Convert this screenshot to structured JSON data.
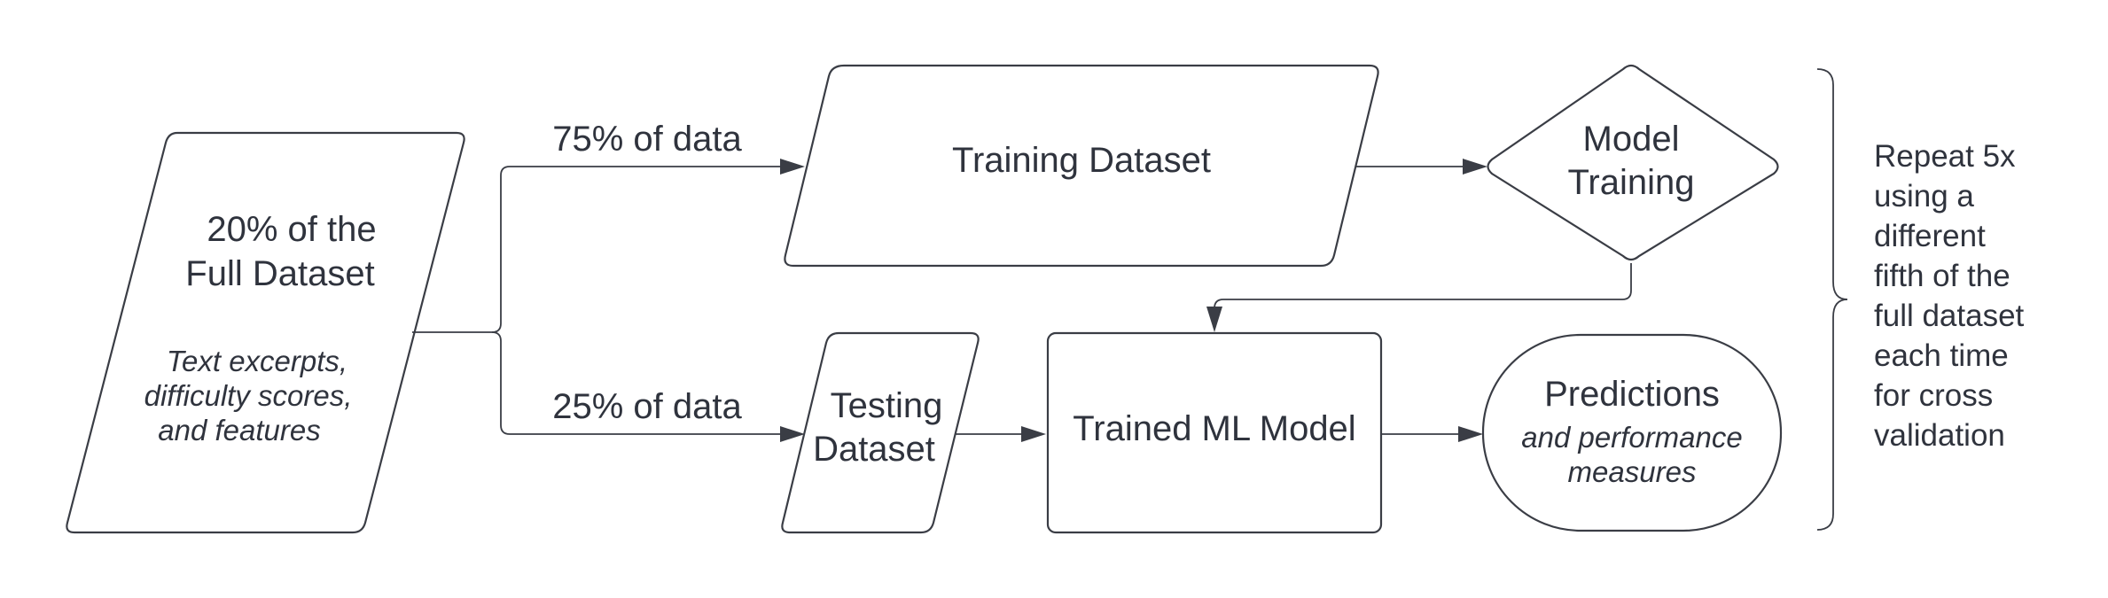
{
  "nodes": {
    "full_dataset": {
      "title": [
        "20% of the",
        "Full Dataset"
      ],
      "subtitle": [
        "Text excerpts,",
        "difficulty scores,",
        "and features"
      ]
    },
    "training_dataset": {
      "title": "Training Dataset"
    },
    "model_training": {
      "title": [
        "Model",
        "Training"
      ]
    },
    "testing_dataset": {
      "title": [
        "Testing",
        "Dataset"
      ]
    },
    "trained_model": {
      "title": "Trained ML Model"
    },
    "predictions": {
      "title": "Predictions",
      "subtitle": [
        "and performance",
        "measures"
      ]
    }
  },
  "edges": {
    "train_split": "75% of data",
    "test_split": "25% of data"
  },
  "note": {
    "lines": [
      "Repeat 5x",
      "using a",
      "different",
      "fifth of the",
      "full dataset",
      "each time",
      "for cross",
      "validation"
    ]
  }
}
